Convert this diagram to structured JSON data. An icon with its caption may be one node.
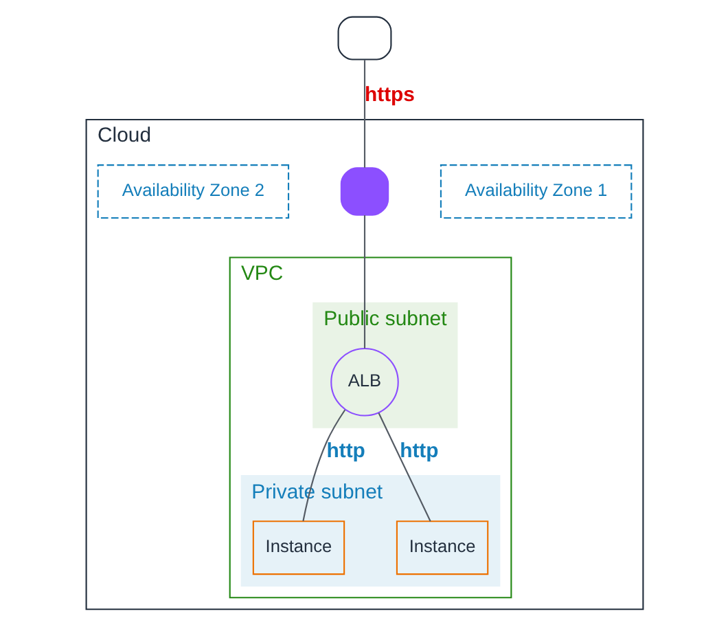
{
  "diagram": {
    "nodes": [
      {
        "text": [],
        "shape": "computer"
      },
      {
        "text": [
          "Cloud"
        ]
      },
      {
        "text": [
          "Availability Zone 1"
        ],
        "in": 1
      },
      {
        "text": [
          "Availability Zone 2"
        ],
        "in": 1
      },
      {
        "text": [
          "VPC"
        ],
        "in": 1
      },
      {
        "text": [
          "Public subnet"
        ],
        "in": 4
      },
      {
        "text": [
          "Private subnet"
        ],
        "in": 4
      },
      {
        "text": [],
        "shape": "box",
        "in": 1
      },
      {
        "text": [
          "ALB"
        ],
        "in": 5
      },
      {
        "text": [
          "Instance"
        ],
        "in": 6
      },
      {
        "text": [
          "Instance"
        ],
        "in": 6
      }
    ],
    "edges": [
      {
        "from": 0,
        "to": 7,
        "arrow": "none",
        "label": "https"
      },
      {
        "from": 7,
        "to": 8,
        "arrow": "none"
      },
      {
        "from": 8,
        "to": 9,
        "arrow": "none",
        "label": "http"
      },
      {
        "from": 8,
        "to": 10,
        "arrow": "none",
        "label": "http"
      }
    ]
  }
}
